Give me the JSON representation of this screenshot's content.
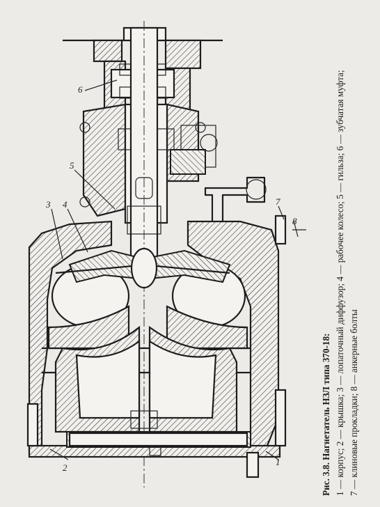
{
  "caption": {
    "title": "Рис. 3.8. Нагнетатель НЗЛ типа 370-18:",
    "legend_line1": "1 — корпус; 2 — крышка; 3 — лопаточный диффузор; 4 — рабочее колесо; 5 — гильза; 6 — зубчатая муфта;",
    "legend_line2": "7 — клиновые прокладки; 8 — анкерные болты"
  },
  "callouts": {
    "c1": "1",
    "c2": "2",
    "c3": "3",
    "c4": "4",
    "c5": "5",
    "c6": "6",
    "c7": "7",
    "c8": "8"
  },
  "colors": {
    "paper": "#ecebe7",
    "ink": "#1d1d1d"
  }
}
